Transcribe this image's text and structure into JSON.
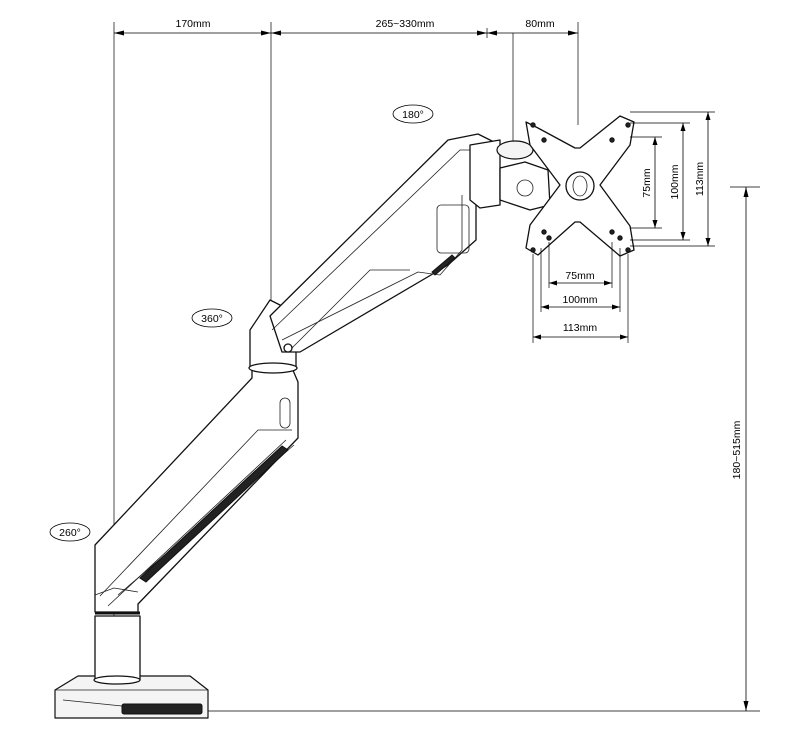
{
  "dimensions": {
    "reach_base": "170mm",
    "reach_arm": "265~330mm",
    "reach_head": "80mm",
    "height": "180~515mm",
    "vesa_v_75": "75mm",
    "vesa_v_100": "100mm",
    "vesa_v_113": "113mm",
    "vesa_h_75": "75mm",
    "vesa_h_100": "100mm",
    "vesa_h_113": "113mm"
  },
  "rotations": {
    "head": "180°",
    "elbow": "360°",
    "base": "260°"
  }
}
